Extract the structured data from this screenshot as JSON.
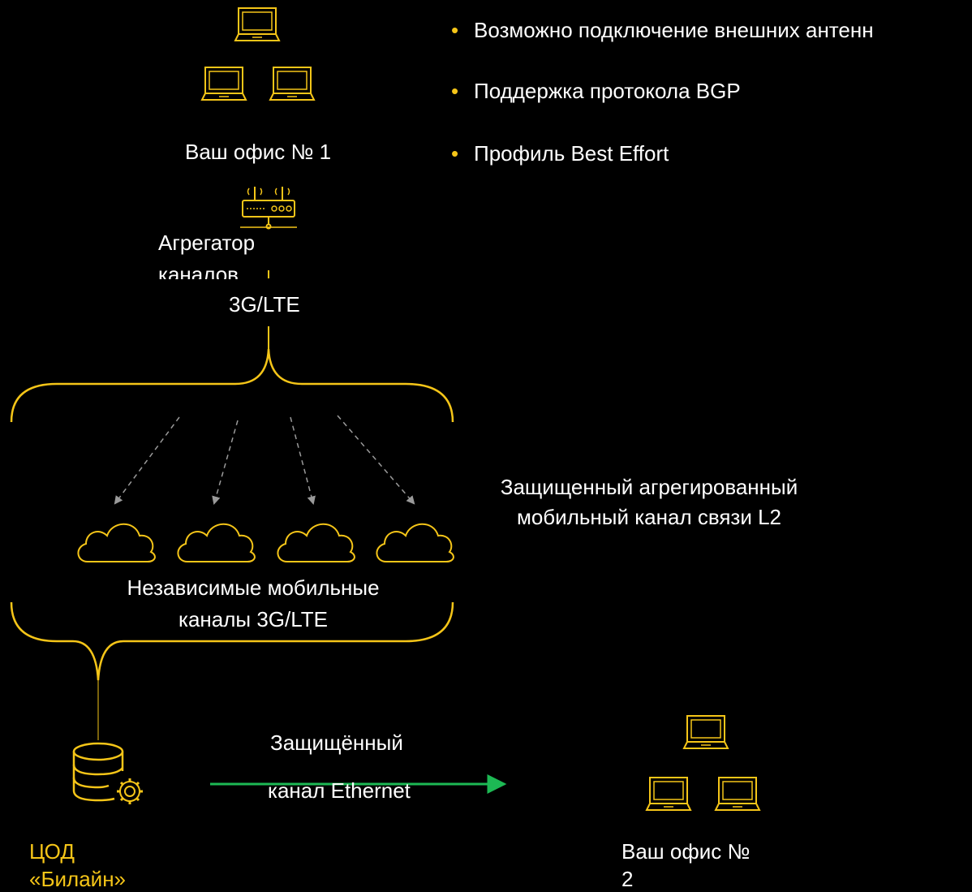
{
  "bullets": [
    "Возможно подключение внешних антенн",
    "Поддержка протокола BGP",
    "Профиль Best Effort"
  ],
  "office1": {
    "label": "Ваш офис № 1"
  },
  "aggregator": {
    "line1": "Агрегатор",
    "line2": "каналов",
    "type": "3G/LTE"
  },
  "independent": {
    "line1": "Независимые мобильные",
    "line2": "каналы 3G/LTE"
  },
  "secure_aggregated": {
    "line1": "Защищенный агрегированный",
    "line2": "мобильный канал связи L2"
  },
  "ethernet": {
    "line1": "Защищённый",
    "line2": "канал Ethernet"
  },
  "datacenter": {
    "line1": "ЦОД",
    "line2": "«Билайн»"
  },
  "office2": {
    "line1": "Ваш офис №",
    "line2": "2"
  },
  "colors": {
    "accent": "#f5c518",
    "arrow": "#1db954",
    "dashed": "#9a9a9a",
    "background": "#000000"
  },
  "icons": [
    "laptop-icon",
    "router-icon",
    "cloud-icon",
    "database-gear-icon"
  ]
}
